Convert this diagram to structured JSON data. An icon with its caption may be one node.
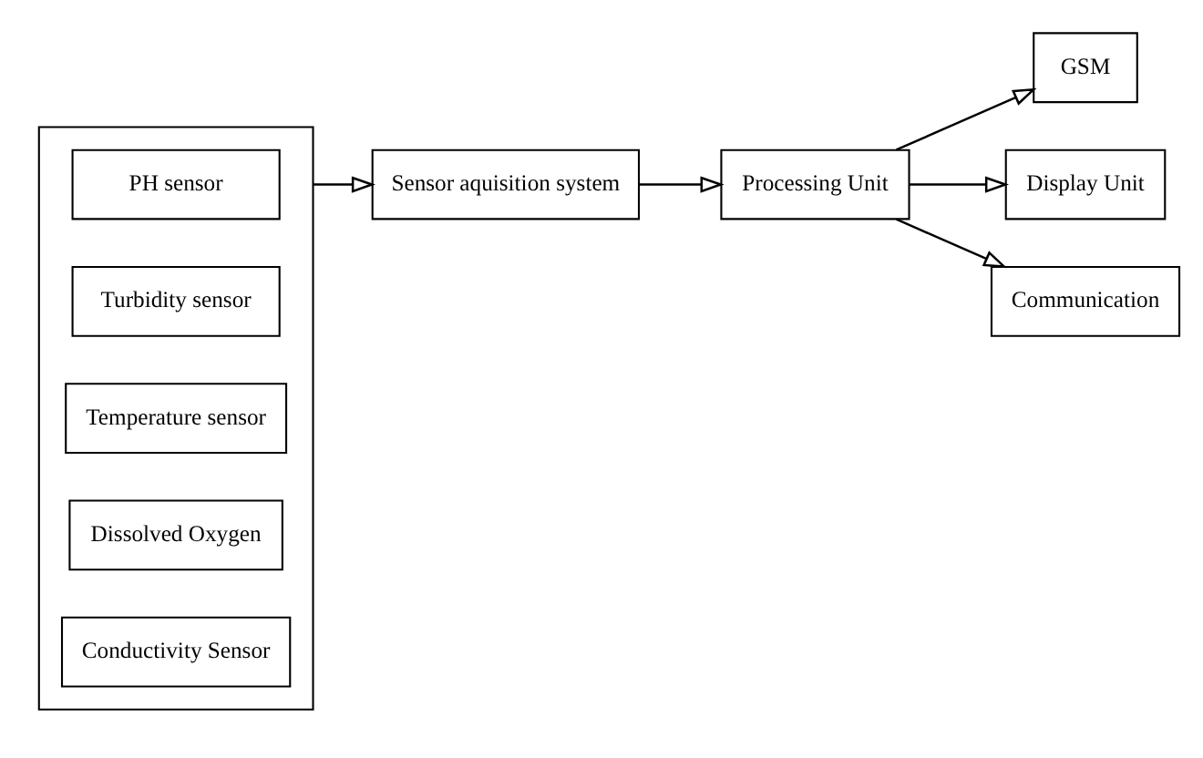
{
  "diagram": {
    "nodes": [
      {
        "text": [],
        "shape": "box"
      },
      {
        "text": [
          "PH sensor"
        ],
        "in": 0
      },
      {
        "text": [
          "Turbidity sensor"
        ],
        "in": 0
      },
      {
        "text": [
          "Temperature sensor"
        ],
        "in": 0
      },
      {
        "text": [
          "Dissolved Oxygen"
        ],
        "in": 0
      },
      {
        "text": [
          "Conductivity Sensor"
        ],
        "in": 0
      },
      {
        "text": [
          "Sensor aquisition system"
        ]
      },
      {
        "text": [
          "Processing Unit"
        ]
      },
      {
        "text": [
          "GSM"
        ]
      },
      {
        "text": [
          "Display Unit"
        ]
      },
      {
        "text": [
          "Communication"
        ]
      }
    ],
    "edges": [
      {
        "from": 0,
        "to": 6,
        "arrow": "to"
      },
      {
        "from": 6,
        "to": 7,
        "arrow": "to"
      },
      {
        "from": 7,
        "to": 8,
        "arrow": "to"
      },
      {
        "from": 7,
        "to": 9,
        "arrow": "to"
      },
      {
        "from": 7,
        "to": 10,
        "arrow": "to"
      }
    ]
  }
}
